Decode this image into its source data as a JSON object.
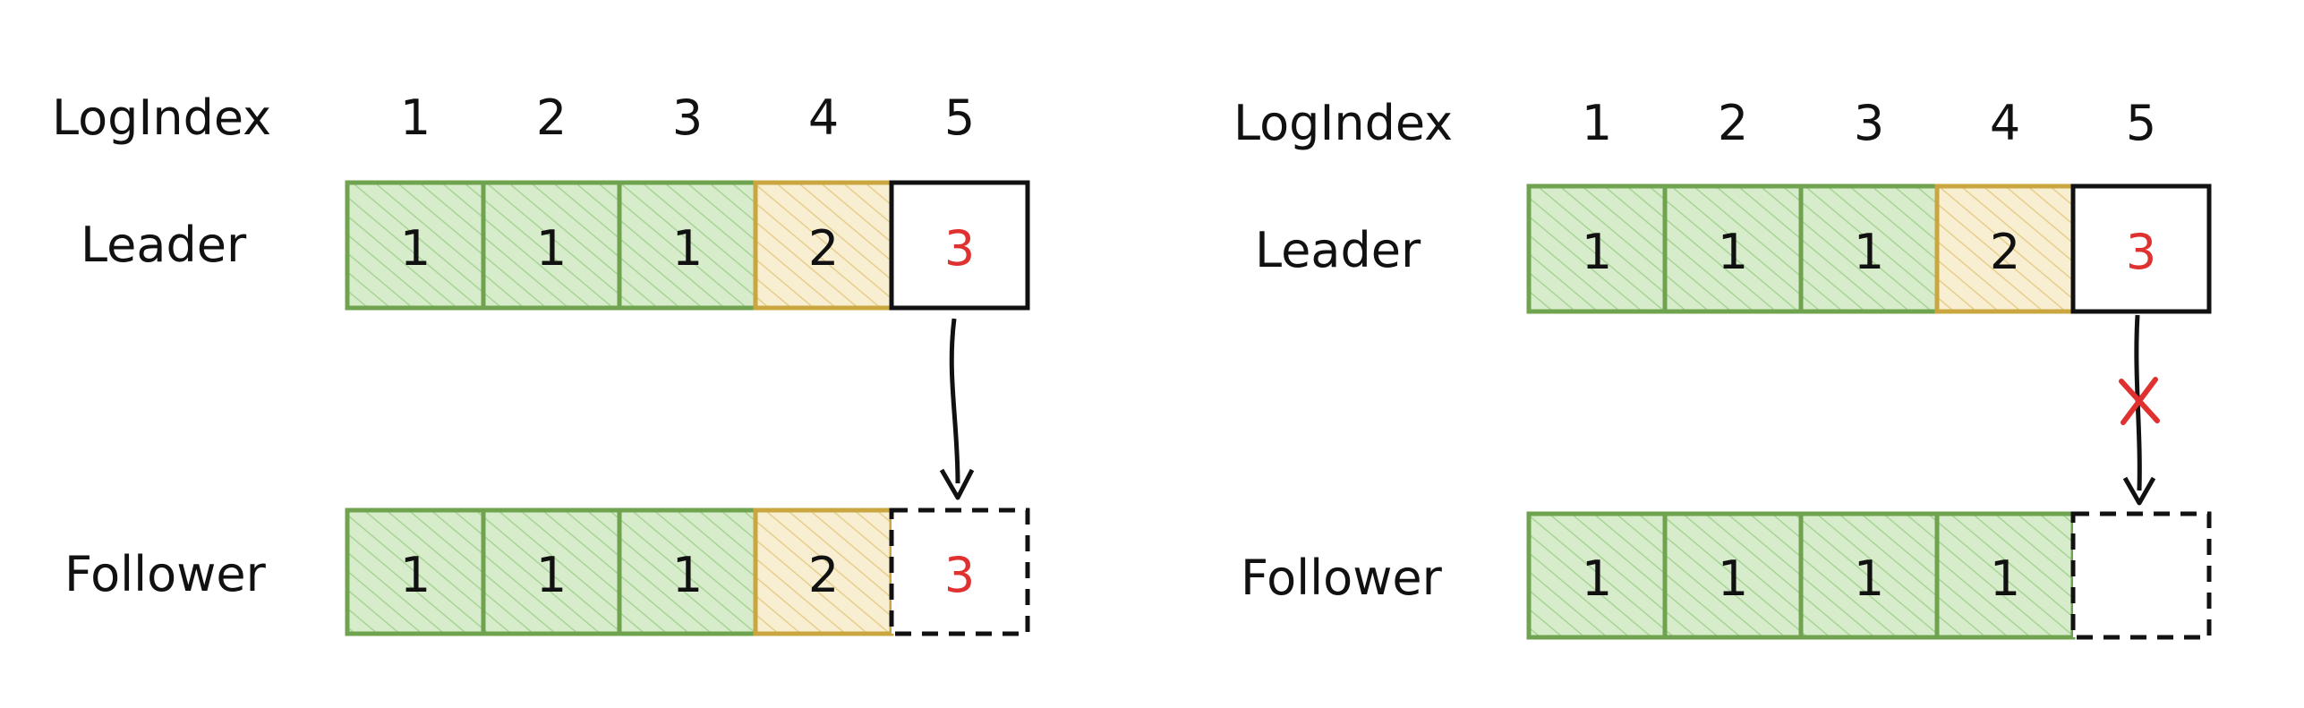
{
  "colors": {
    "green_stroke": "#6fa34f",
    "green_fill": "#cfe8c4",
    "green_hatch": "#a8d497",
    "yellow_stroke": "#c9a640",
    "yellow_fill": "#f6eac8",
    "yellow_hatch": "#e6cf8a",
    "black": "#111111",
    "red": "#e03131"
  },
  "panels": [
    {
      "log_index_label": "LogIndex",
      "indices": [
        "1",
        "2",
        "3",
        "4",
        "5"
      ],
      "leader": {
        "label": "Leader",
        "cells": [
          {
            "term": "1",
            "style": "green"
          },
          {
            "term": "1",
            "style": "green"
          },
          {
            "term": "1",
            "style": "green"
          },
          {
            "term": "2",
            "style": "yellow"
          },
          {
            "term": "3",
            "style": "new"
          }
        ]
      },
      "follower": {
        "label": "Follower",
        "cells": [
          {
            "term": "1",
            "style": "green"
          },
          {
            "term": "1",
            "style": "green"
          },
          {
            "term": "1",
            "style": "green"
          },
          {
            "term": "2",
            "style": "yellow"
          },
          {
            "term": "3",
            "style": "dashed"
          }
        ]
      },
      "replication": "success"
    },
    {
      "log_index_label": "LogIndex",
      "indices": [
        "1",
        "2",
        "3",
        "4",
        "5"
      ],
      "leader": {
        "label": "Leader",
        "cells": [
          {
            "term": "1",
            "style": "green"
          },
          {
            "term": "1",
            "style": "green"
          },
          {
            "term": "1",
            "style": "green"
          },
          {
            "term": "2",
            "style": "yellow"
          },
          {
            "term": "3",
            "style": "new"
          }
        ]
      },
      "follower": {
        "label": "Follower",
        "cells": [
          {
            "term": "1",
            "style": "green"
          },
          {
            "term": "1",
            "style": "green"
          },
          {
            "term": "1",
            "style": "green"
          },
          {
            "term": "1",
            "style": "green"
          },
          {
            "term": "",
            "style": "dashed"
          }
        ]
      },
      "replication": "rejected"
    }
  ]
}
